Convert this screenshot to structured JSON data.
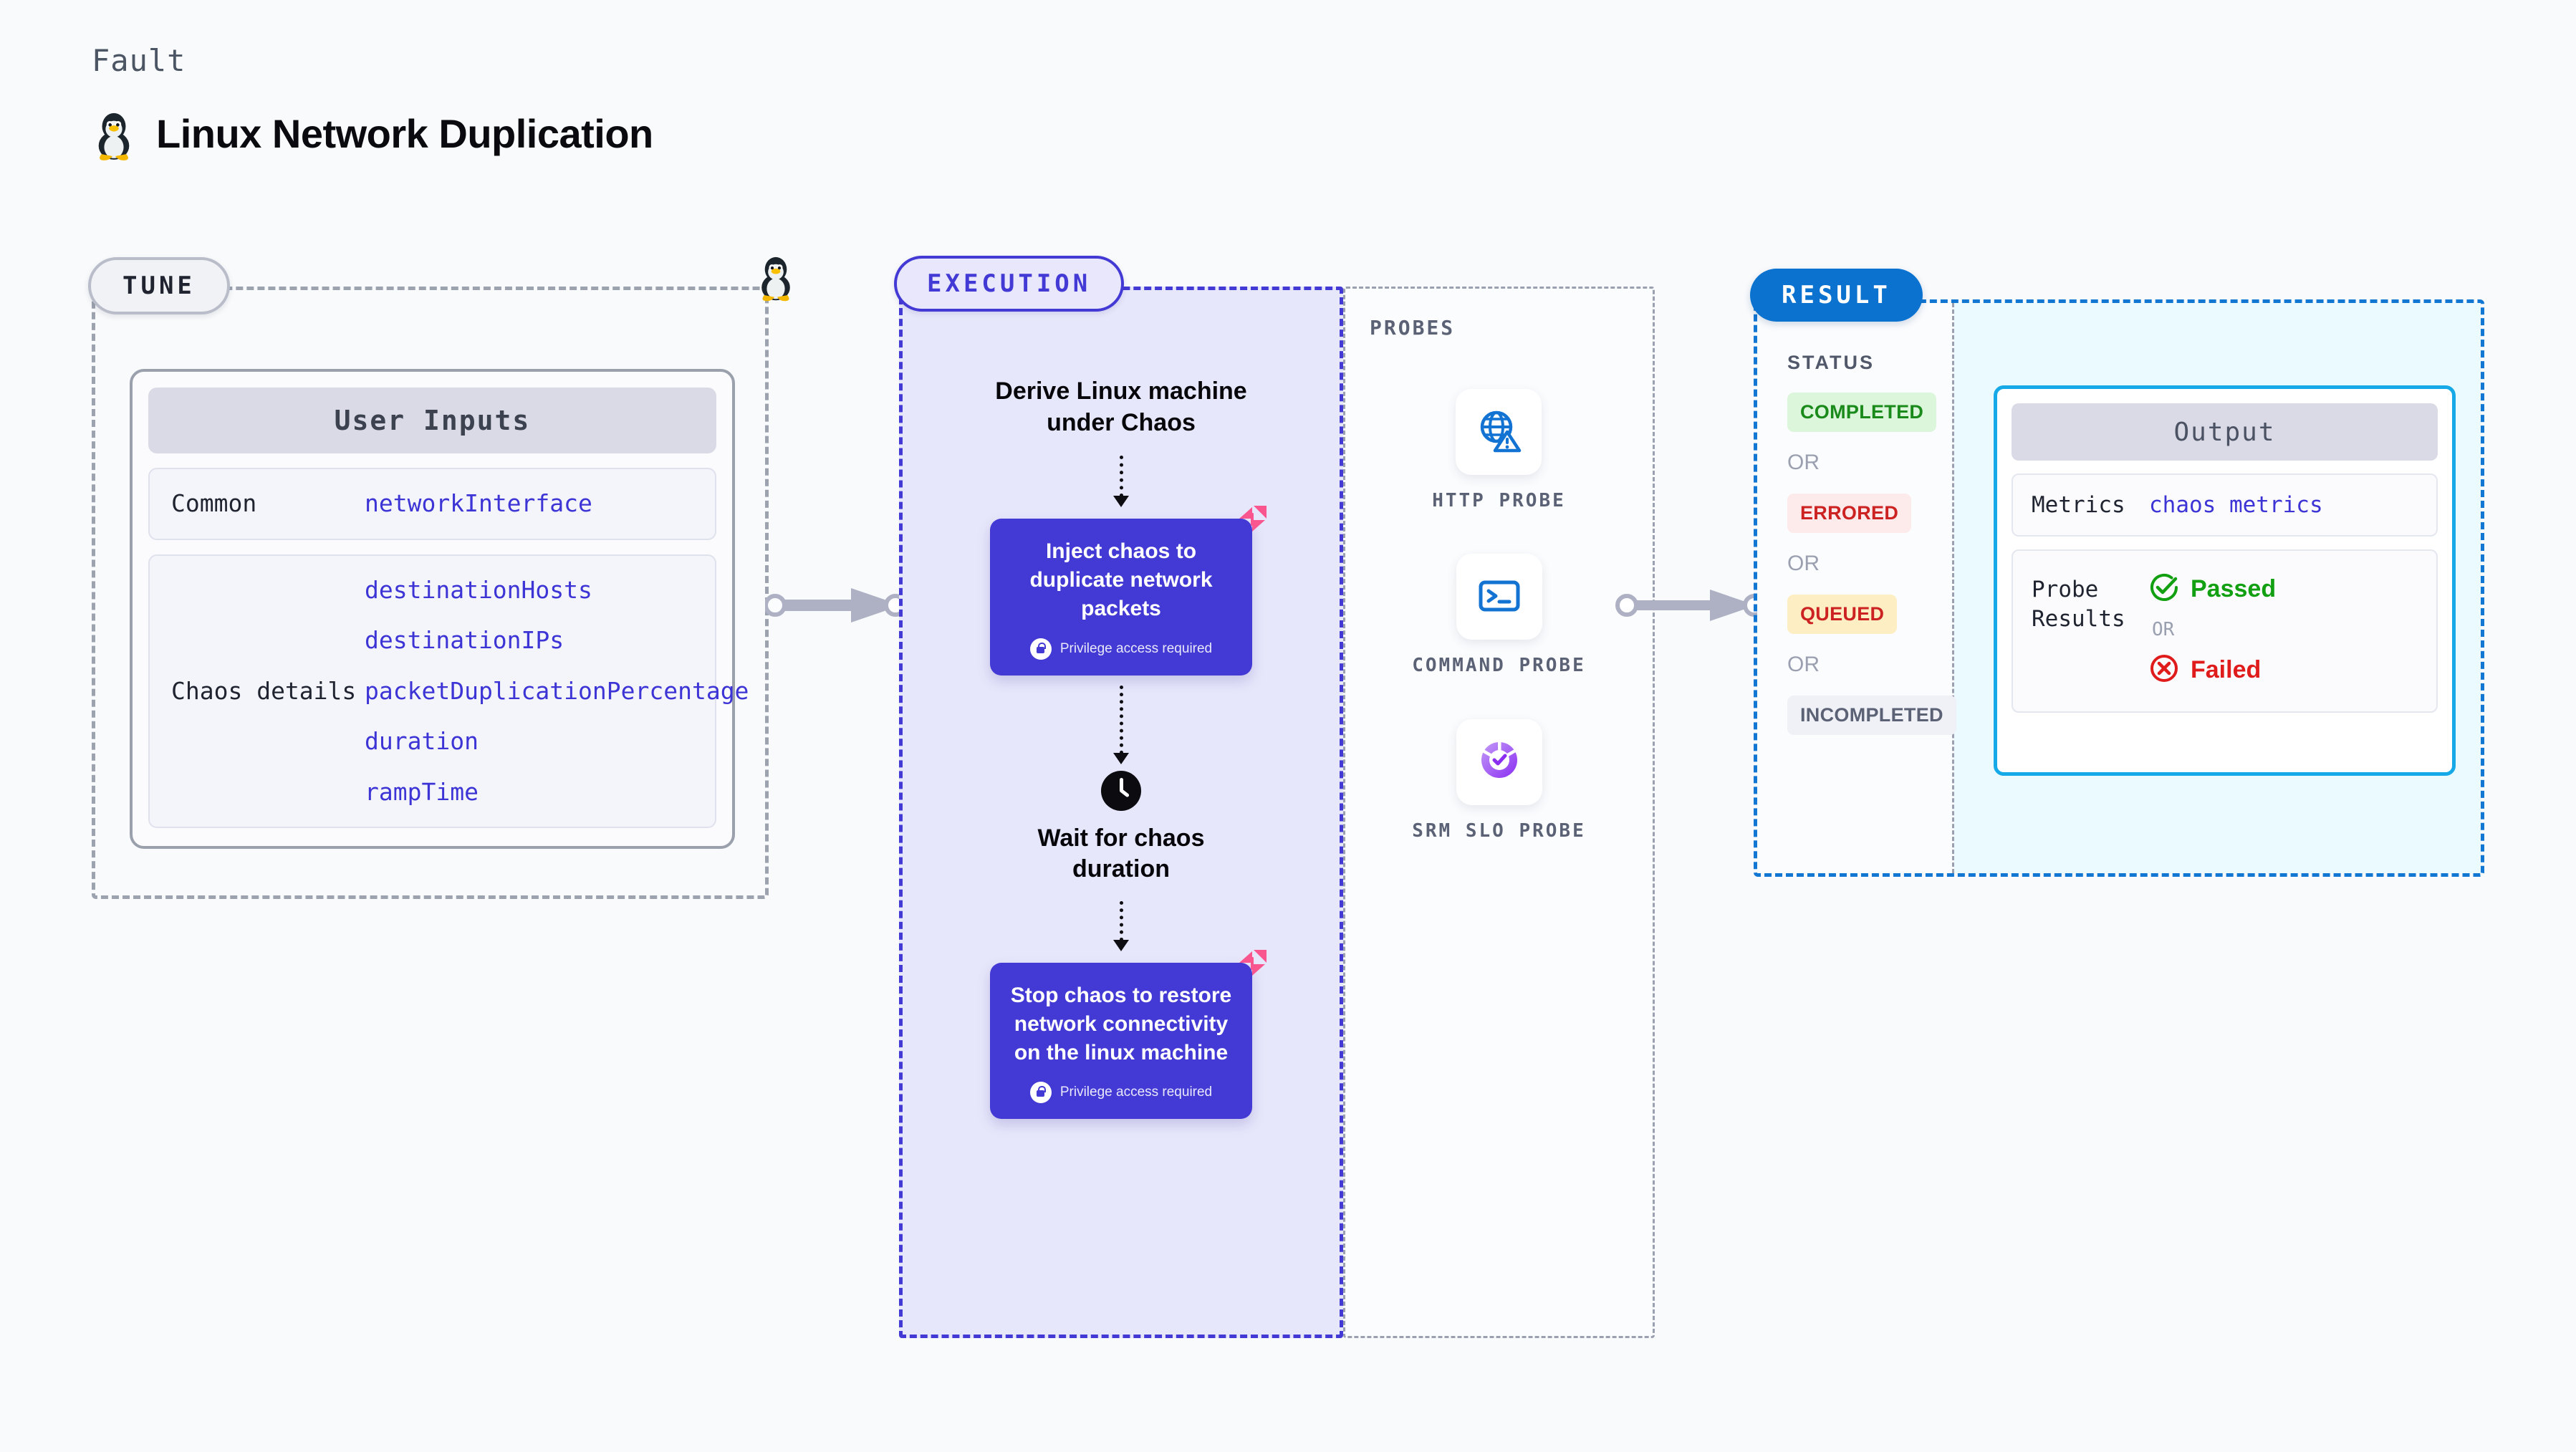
{
  "header": {
    "kicker": "Fault",
    "title": "Linux Network Duplication",
    "icon": "linux-tux-icon"
  },
  "tune": {
    "badge": "TUNE",
    "corner_icon": "linux-tux-icon",
    "card_title": "User Inputs",
    "groups": [
      {
        "label": "Common",
        "values": [
          "networkInterface"
        ]
      },
      {
        "label": "Chaos details",
        "values": [
          "destinationHosts",
          "destinationIPs",
          "packetDuplicationPercentage",
          "duration",
          "rampTime"
        ]
      }
    ]
  },
  "execution": {
    "badge": "EXECUTION",
    "steps": [
      {
        "type": "text",
        "label": "Derive Linux machine under Chaos"
      },
      {
        "type": "card",
        "label": "Inject chaos to duplicate network packets",
        "privilege": "Privilege access required",
        "flag_icon": "chaos-flag-icon",
        "lock_icon": "lock-icon"
      },
      {
        "type": "clock",
        "icon": "clock-icon",
        "label": "Wait for chaos duration"
      },
      {
        "type": "card",
        "label": "Stop chaos to restore network connectivity on the linux machine",
        "privilege": "Privilege access required",
        "flag_icon": "chaos-flag-icon",
        "lock_icon": "lock-icon"
      }
    ]
  },
  "probes": {
    "title": "PROBES",
    "items": [
      {
        "name": "HTTP PROBE",
        "icon": "globe-warning-icon"
      },
      {
        "name": "COMMAND PROBE",
        "icon": "terminal-icon"
      },
      {
        "name": "SRM SLO PROBE",
        "icon": "slo-donut-check-icon"
      }
    ]
  },
  "result": {
    "badge": "RESULT",
    "status_title": "STATUS",
    "or_label": "OR",
    "statuses": [
      {
        "label": "COMPLETED",
        "bg": "#dcf6dc",
        "fg": "#1a8a1a"
      },
      {
        "label": "ERRORED",
        "bg": "#fdeaea",
        "fg": "#cc2222"
      },
      {
        "label": "QUEUED",
        "bg": "#fdeec3",
        "fg": "#cc2222"
      },
      {
        "label": "INCOMPLETED",
        "bg": "#eff1f6",
        "fg": "#5b6275"
      }
    ],
    "output": {
      "title": "Output",
      "metrics_label": "Metrics",
      "metrics_value": "chaos metrics",
      "probe_results_label": "Probe Results",
      "passed_label": "Passed",
      "passed_icon": "check-circle-icon",
      "failed_label": "Failed",
      "failed_icon": "x-circle-icon",
      "or_label": "OR"
    }
  },
  "connectors": [
    {
      "name": "tune-to-execution-arrow",
      "icon": "right-arrow-icon"
    },
    {
      "name": "execution-to-result-arrow",
      "icon": "right-arrow-icon"
    }
  ],
  "colors": {
    "accent_purple": "#4339d4",
    "accent_blue": "#0b72cf",
    "accent_cyan": "#16a9e8",
    "pink_flag": "#f9558f",
    "background": "#f8fafc"
  }
}
